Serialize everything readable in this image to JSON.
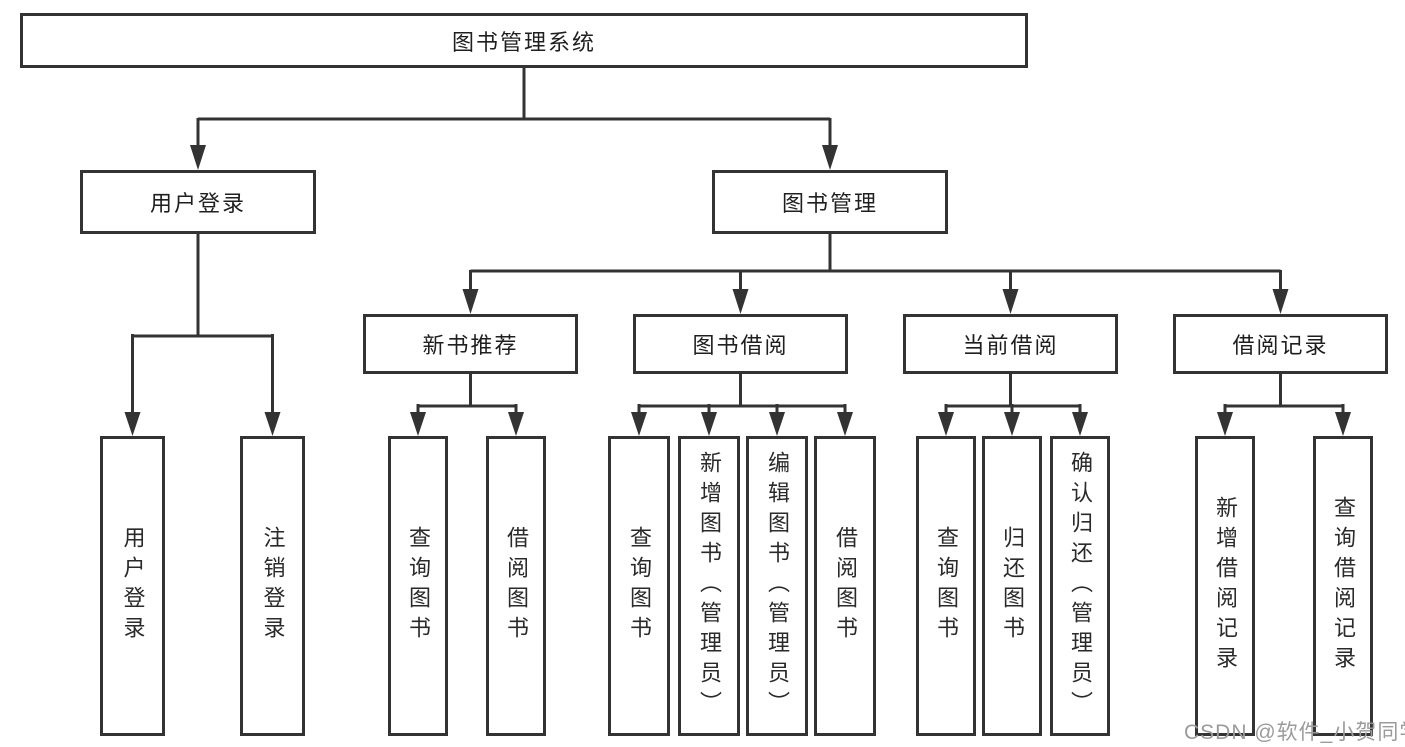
{
  "colors": {
    "line": "#333333",
    "box_border": "#333333",
    "text": "#1f1f1f",
    "watermark": "#9b9b9b",
    "background": "#ffffff"
  },
  "tree": {
    "root": {
      "label": "图书管理系统"
    },
    "children": [
      {
        "label": "用户登录",
        "children": [
          {
            "label": "用户登录"
          },
          {
            "label": "注销登录"
          }
        ]
      },
      {
        "label": "图书管理",
        "children": [
          {
            "label": "新书推荐",
            "children": [
              {
                "label": "查询图书"
              },
              {
                "label": "借阅图书"
              }
            ]
          },
          {
            "label": "图书借阅",
            "children": [
              {
                "label": "查询图书"
              },
              {
                "label": "新增图书（管理员）"
              },
              {
                "label": "编辑图书（管理员）"
              },
              {
                "label": "借阅图书"
              }
            ]
          },
          {
            "label": "当前借阅",
            "children": [
              {
                "label": "查询图书"
              },
              {
                "label": "归还图书"
              },
              {
                "label": "确认归还（管理员）"
              }
            ]
          },
          {
            "label": "借阅记录",
            "children": [
              {
                "label": "新增借阅记录"
              },
              {
                "label": "查询借阅记录"
              }
            ]
          }
        ]
      }
    ]
  },
  "watermark": {
    "text": "CSDN @软件_小贺同学"
  }
}
